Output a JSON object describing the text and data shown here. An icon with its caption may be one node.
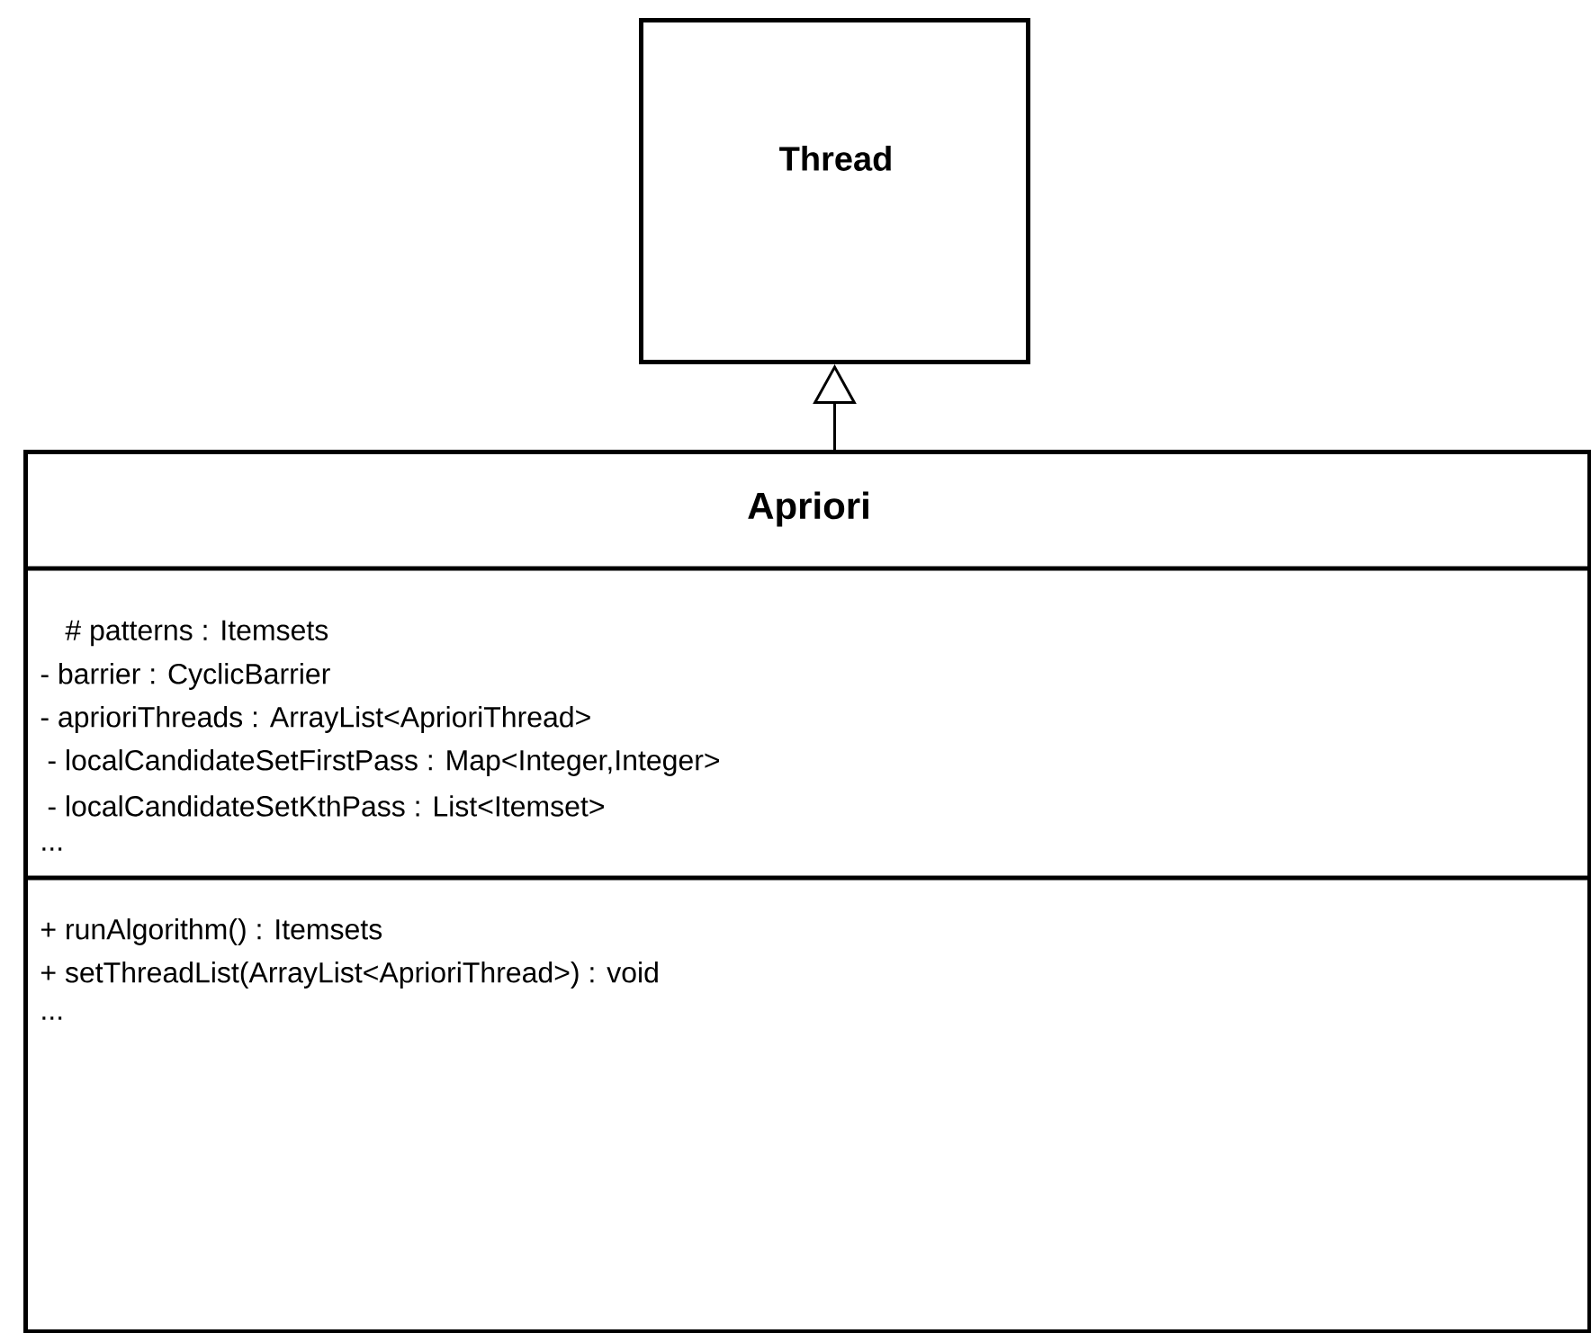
{
  "diagram": {
    "nodes": [
      {
        "text": [
          "Thread"
        ]
      },
      {
        "text": [
          "Apriori",
          "# patterns : Itemsets",
          "- barrier : CyclicBarrier",
          "- aprioriThreads : ArrayList<AprioriThread>",
          "- localCandidateSetFirstPass : Map<Integer,Integer>",
          "- localCandidateSetKthPass : List<Itemset>",
          "...",
          "+ runAlgorithm() : Itemsets",
          "+ setThreadList(ArrayList<AprioriThread>) : void",
          "..."
        ]
      }
    ],
    "edges": [
      {
        "from": 1,
        "to": 0,
        "arrow": "to"
      }
    ]
  }
}
